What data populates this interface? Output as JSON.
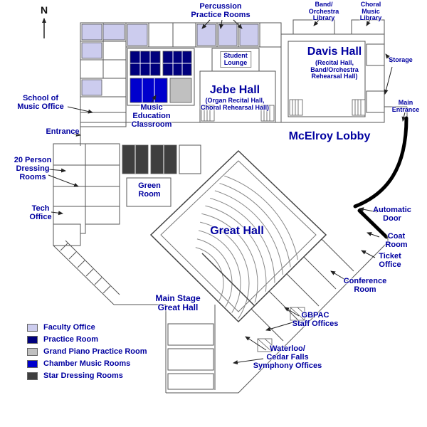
{
  "colors": {
    "label": "#0000A0",
    "wall": "#555555",
    "bold_wall": "#000000",
    "faculty_office": "#CCCCEE",
    "practice_room": "#00007D",
    "grand_piano_practice_room": "#C0C0C0",
    "chamber_music_rooms": "#0000CD",
    "star_dressing_rooms": "#3F3F3F"
  },
  "compass": {
    "label": "N"
  },
  "labels": {
    "percussion_practice_rooms": "Percussion\nPractice Rooms",
    "band_orchestra_library": "Band/\nOrchestra\nLibrary",
    "choral_music_library": "Choral\nMusic\nLibrary",
    "davis_hall": "Davis Hall",
    "davis_hall_sub": "(Recital Hall,\nBand/Orchestra\nRehearsal Hall)",
    "storage": "Storage",
    "student_lounge": "Student\nLounge",
    "jebe_hall": "Jebe Hall",
    "jebe_hall_sub": "(Organ Recital Hall,\nChoral Rehearsal Hall)",
    "school_of_music_office": "School of\nMusic Office",
    "music_education_classroom": "Music\nEducation\nClassroom",
    "main_entrance": "Main\nEntrance",
    "entrance": "Entrance",
    "mcelroy_lobby": "McElroy Lobby",
    "dressing_rooms": "20 Person\nDressing\nRooms",
    "green_room": "Green\nRoom",
    "tech_office": "Tech\nOffice",
    "great_hall": "Great Hall",
    "automatic_door": "Automatic\nDoor",
    "coat_room": "Coat Room",
    "ticket_office": "Ticket\nOffice",
    "conference_room": "Conference\nRoom",
    "main_stage_great_hall": "Main Stage\nGreat Hall",
    "gbpac_staff_offices": "GBPAC\nStaff Offices",
    "symphony_offices": "Waterloo/\nCedar Falls\nSymphony Offices"
  },
  "legend": {
    "items": [
      {
        "label": "Faculty Office",
        "color": "#CCCCEE"
      },
      {
        "label": "Practice Room",
        "color": "#00007D"
      },
      {
        "label": "Grand Piano Practice Room",
        "color": "#C0C0C0"
      },
      {
        "label": "Chamber Music Rooms",
        "color": "#0000CD"
      },
      {
        "label": "Star Dressing Rooms",
        "color": "#3F3F3F"
      }
    ]
  }
}
